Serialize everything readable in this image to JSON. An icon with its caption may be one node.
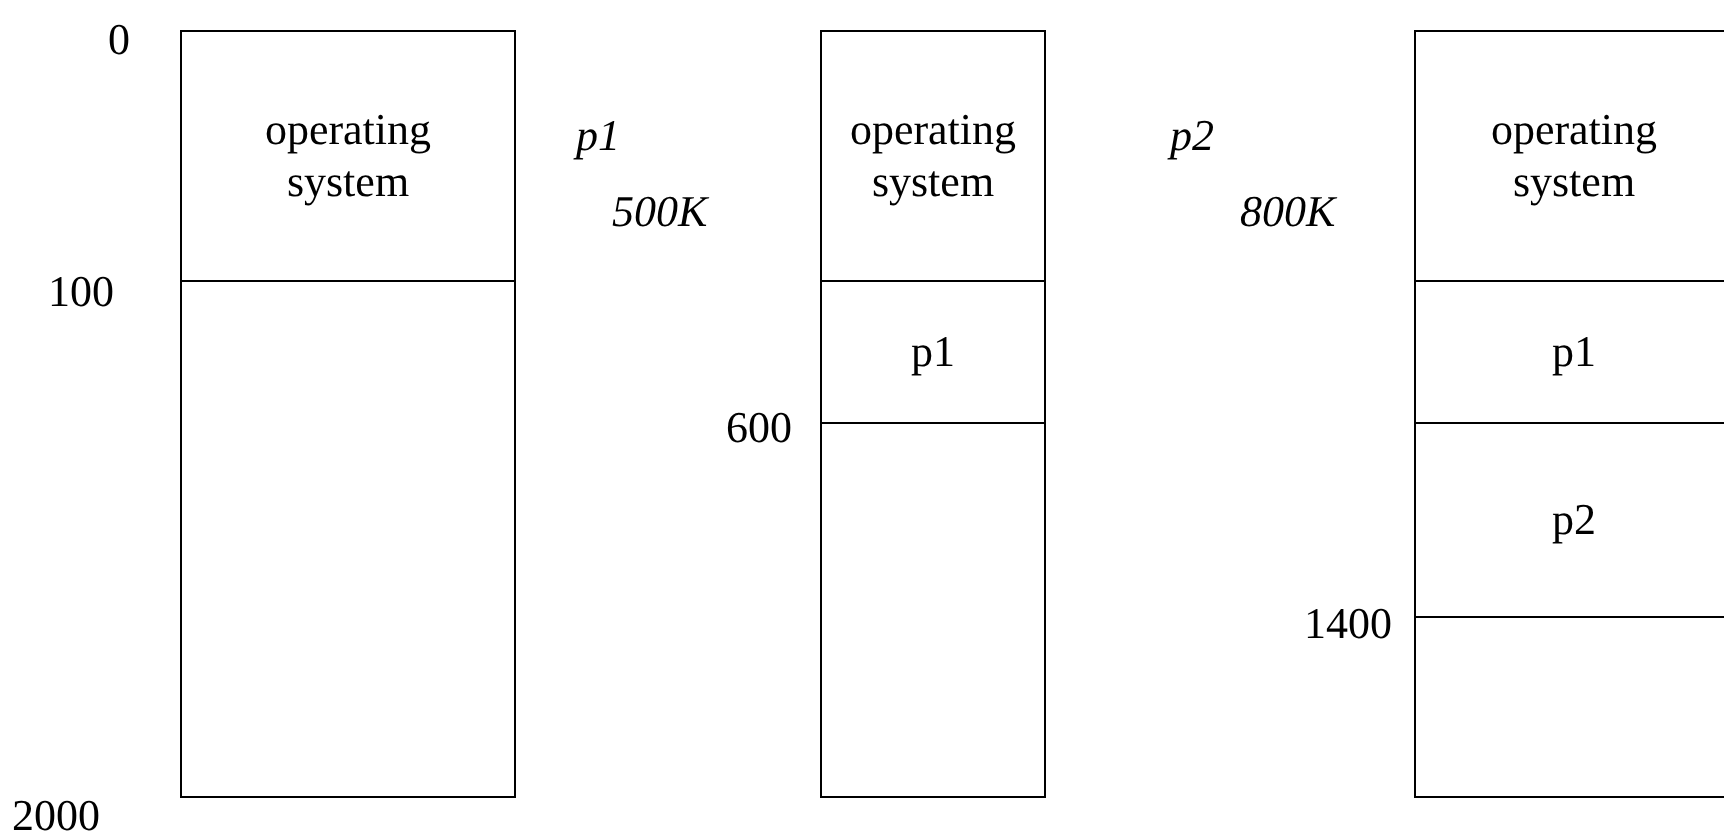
{
  "diagram": {
    "nodes": [
      {
        "text": [
          "operating system"
        ]
      },
      {
        "text": [],
        "shape": "box"
      },
      {
        "text": [
          "operating system"
        ]
      },
      {
        "text": [
          "p1"
        ]
      },
      {
        "text": [],
        "shape": "box"
      },
      {
        "text": [
          "operating system"
        ]
      },
      {
        "text": [
          "p1"
        ]
      },
      {
        "text": [
          "p2"
        ]
      },
      {
        "text": [],
        "shape": "box"
      }
    ],
    "edges": [],
    "labels": [
      "0",
      "100",
      "2000",
      "p1",
      "500K",
      "600",
      "p2",
      "800K",
      "1400"
    ]
  }
}
